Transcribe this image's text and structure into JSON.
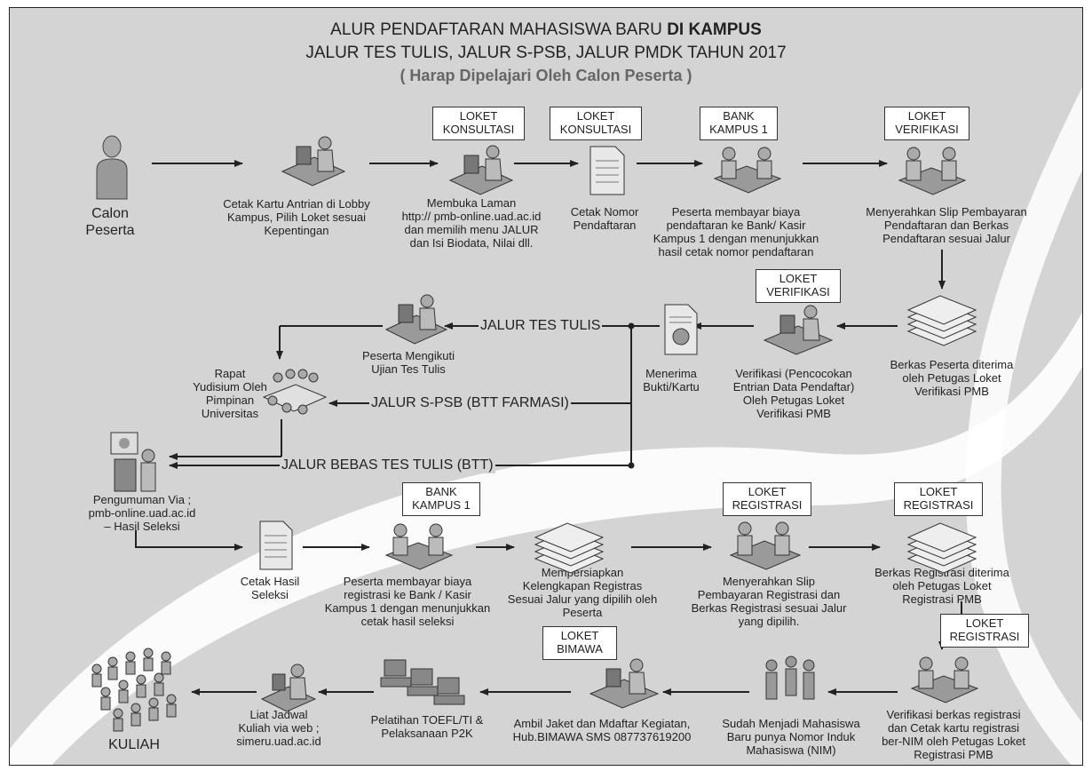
{
  "title": {
    "line1_normal": "ALUR PENDAFTARAN MAHASISWA BARU ",
    "line1_bold": "DI KAMPUS",
    "line2": "JALUR TES TULIS, JALUR S-PSB, JALUR PMDK TAHUN 2017",
    "line3": "( Harap Dipelajari Oleh Calon Peserta )"
  },
  "colors": {
    "background": "#d4d4d4",
    "swoosh": "#ffffff",
    "line": "#222222",
    "icon": "#8a8a8a"
  },
  "boxes": {
    "b1": "LOKET\nKONSULTASI",
    "b2": "LOKET\nKONSULTASI",
    "b3": "BANK\nKAMPUS 1",
    "b4": "LOKET\nVERIFIKASI",
    "b5": "LOKET\nVERIFIKASI",
    "b6": "BANK\nKAMPUS 1",
    "b7": "LOKET\nREGISTRASI",
    "b8": "LOKET\nREGISTRASI",
    "b9": "LOKET\nREGISTRASI",
    "b10": "LOKET\nBIMAWA"
  },
  "labels": {
    "calon": "Calon\nPeserta",
    "s1": "Cetak Kartu Antrian di Lobby\nKampus, Pilih Loket sesuai\nKepentingan",
    "s2": "Membuka Laman\nhttp:// pmb-online.uad.ac.id\ndan memilih menu JALUR\ndan Isi Biodata, Nilai dll.",
    "s3": "Cetak Nomor\nPendaftaran",
    "s4": "Peserta membayar biaya\npendaftaran ke Bank/ Kasir\nKampus 1 dengan menunjukkan\nhasil cetak nomor pendaftaran",
    "s5": "Menyerahkan Slip Pembayaran\nPendaftaran dan Berkas\nPendaftaran sesuai Jalur",
    "s6": "Berkas Peserta diterima\noleh Petugas Loket\nVerifikasi PMB",
    "s7": "Verifikasi (Pencocokan\nEntrian Data Pendaftar)\nOleh Petugas Loket\nVerifikasi  PMB",
    "s8": "Menerima\nBukti/Kartu",
    "s9": "Peserta Mengikuti\nUjian Tes Tulis",
    "s10": "Rapat\nYudisium Oleh\nPimpinan\nUniversitas",
    "s11": "Pengumuman Via ;\npmb-online.uad.ac.id\n– Hasil Seleksi",
    "s12": "Cetak Hasil\nSeleksi",
    "s13": "Peserta membayar biaya\nregistrasi ke Bank / Kasir\nKampus 1 dengan menunjukkan\ncetak hasil seleksi",
    "s14": "Mempersiapkan\nKelengkapan Registras\nSesuai Jalur yang dipilih oleh\nPeserta",
    "s15": "Menyerahkan Slip\nPembayaran Registrasi dan\nBerkas Registrasi sesuai Jalur\nyang dipilih.",
    "s16": "Berkas Registrasi diterima\noleh Petugas Loket\nRegistrasi  PMB",
    "s17": "Verifikasi berkas registrasi\ndan Cetak kartu registrasi\nber-NIM  oleh Petugas Loket\nRegistrasi PMB",
    "s18": "Sudah Menjadi Mahasiswa\nBaru punya Nomor Induk\nMahasiswa (NIM)",
    "s19": "Ambil Jaket dan Mdaftar Kegiatan,\nHub.BIMAWA SMS 087737619200",
    "s20": "Pelatihan TOEFL/TI &\nPelaksanaan P2K",
    "s21": "Liat Jadwal\nKuliah via web ;\nsimeru.uad.ac.id",
    "kuliah": "KULIAH"
  },
  "lanes": {
    "tes_tulis": "JALUR TES TULIS",
    "spsb": "JALUR S-PSB (BTT FARMASI)",
    "btt": "JALUR BEBAS TES TULIS (BTT)"
  },
  "icons": {
    "person": "person-icon",
    "worker": "computer-worker-icon",
    "document": "document-icon",
    "teller": "bank-teller-icon",
    "stack": "document-stack-icon",
    "meeting": "meeting-icon",
    "presenter": "presenter-icon",
    "students": "students-group-icon",
    "classroom": "computer-lab-icon",
    "crowd": "crowd-icon"
  }
}
